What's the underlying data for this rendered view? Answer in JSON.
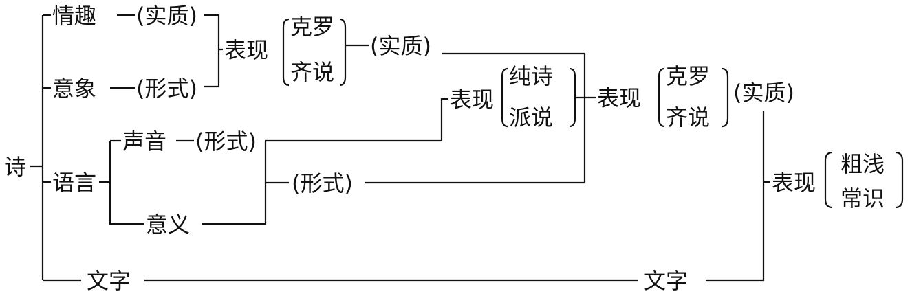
{
  "labels": {
    "shi": "诗",
    "qingqu": "情趣",
    "yixiang": "意象",
    "yuyan": "语言",
    "shengyin": "声音",
    "yiyi": "意义",
    "wenzi_left": "文字",
    "wenzi_right": "文字",
    "shizhi_1": "(实质)",
    "xingshi_1": "(形式)",
    "biaoxian_1": "表现",
    "keluo_1": "克罗",
    "qishuo_1": "齐说",
    "shizhi_2": "(实质)",
    "xingshi_2": "(形式)",
    "xingshi_3": "(形式)",
    "biaoxian_2": "表现",
    "chunshi": "纯诗",
    "paishuo": "派说",
    "biaoxian_3": "表现",
    "keluo_2": "克罗",
    "qishuo_2": "齐说",
    "shizhi_3": "(实质)",
    "biaoxian_4": "表现",
    "cuqian": "粗浅",
    "changshi": "常识"
  }
}
